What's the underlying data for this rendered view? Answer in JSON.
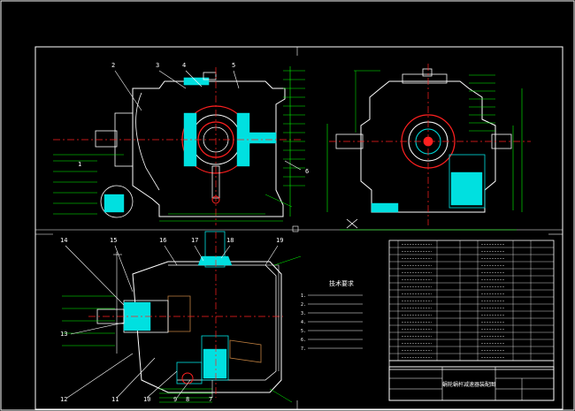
{
  "drawing": {
    "colors": {
      "background": "#000000",
      "outline": "#ffffff",
      "centerline": "#ff2020",
      "hatch": "#00e0e0",
      "dimension": "#00ff00",
      "label": "#ffff00"
    },
    "top_left_callouts": [
      "2",
      "3",
      "4",
      "5",
      "6",
      "1"
    ],
    "bottom_left_callouts": [
      "14",
      "15",
      "16",
      "17",
      "18",
      "19",
      "13",
      "12",
      "11",
      "10",
      "9",
      "8",
      "7"
    ],
    "tech_notes_title": "技术要求",
    "tech_notes_lines": [
      "1.",
      "2.",
      "3.",
      "4.",
      "5.",
      "6.",
      "7."
    ],
    "title_block_text": "蜗轮蜗杆减速器装配图",
    "parts_rows": 17
  }
}
